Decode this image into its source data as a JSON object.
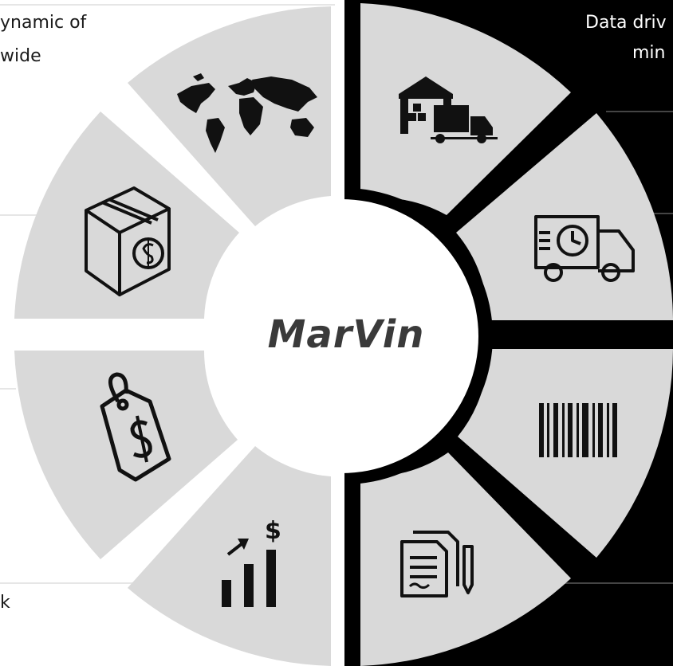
{
  "center": {
    "label": "MarVin"
  },
  "left_texts": {
    "top_line1": "ynamic of",
    "top_line2": "wide",
    "bottom": "k"
  },
  "right_texts": {
    "top_line1": "Data driv",
    "top_line2": "min"
  },
  "segments": [
    {
      "side": "left",
      "icon": "world-map-icon"
    },
    {
      "side": "left",
      "icon": "box-dollar-icon"
    },
    {
      "side": "left",
      "icon": "price-tag-icon"
    },
    {
      "side": "left",
      "icon": "growth-chart-icon"
    },
    {
      "side": "right",
      "icon": "warehouse-truck-icon"
    },
    {
      "side": "right",
      "icon": "delivery-truck-clock-icon"
    },
    {
      "side": "right",
      "icon": "barcode-icon"
    },
    {
      "side": "right",
      "icon": "documents-pen-icon"
    }
  ],
  "colors": {
    "segment_fill": "#d9d9d9",
    "right_background": "#000000",
    "center_fill": "#ffffff",
    "icon": "#111111",
    "center_text": "#3a3a3a"
  }
}
